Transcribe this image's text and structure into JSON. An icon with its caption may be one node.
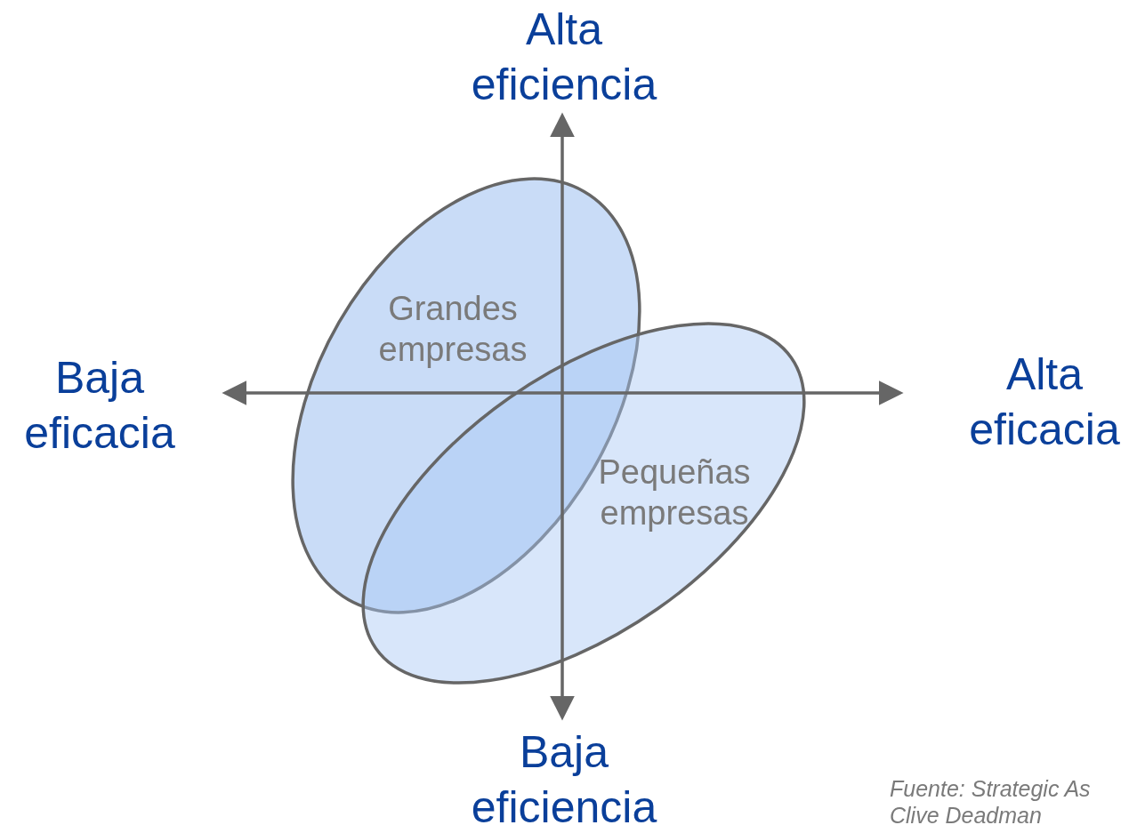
{
  "diagram": {
    "nodes": [
      {
        "text": [
          "Grandes empresas"
        ]
      },
      {
        "text": [
          "Pequeñas empresas"
        ]
      }
    ],
    "edges": [],
    "labels": [
      "Alta eficiencia",
      "Baja eficacia",
      "Alta eficacia",
      "Baja eficiencia",
      "Fuente: Strategic As Clive Deadman"
    ]
  }
}
